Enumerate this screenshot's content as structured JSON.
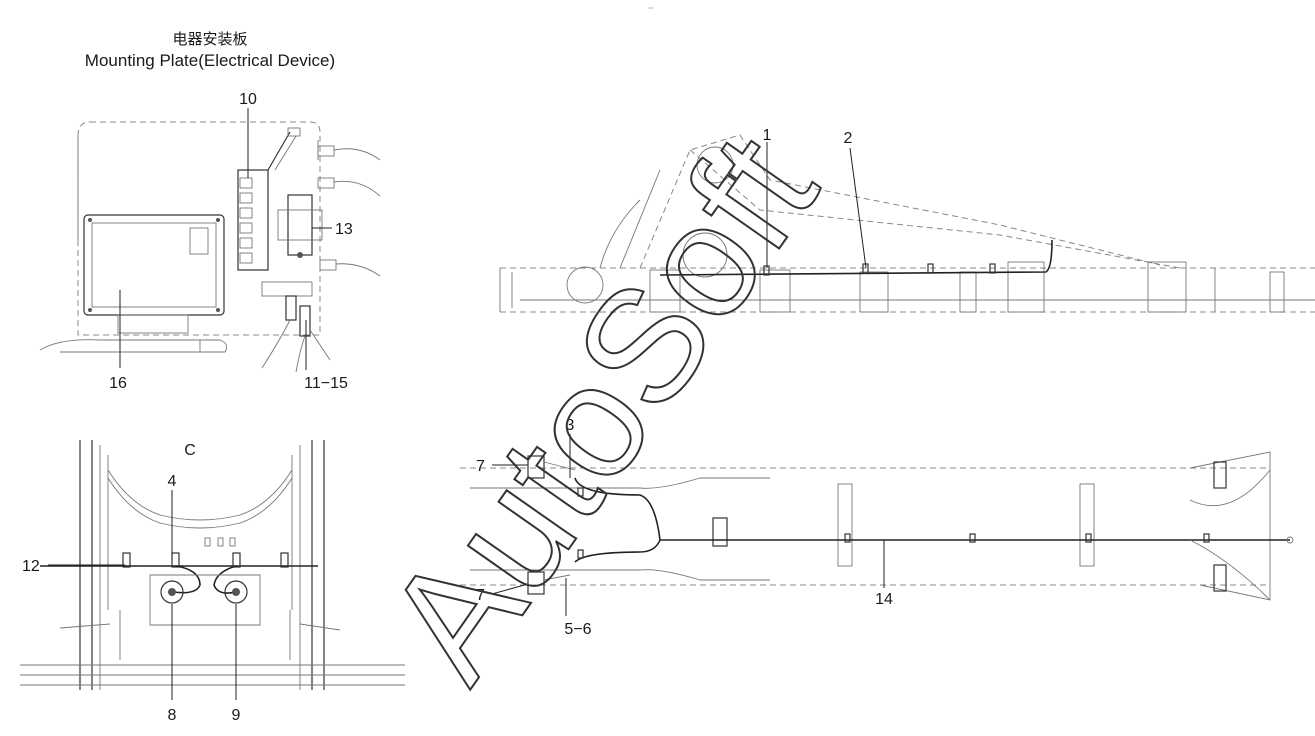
{
  "header_mark": "°°",
  "mounting_plate": {
    "title_cn": "电器安装板",
    "title_en": "Mounting Plate(Electrical Device)"
  },
  "section_label": "C",
  "watermark": "AutoSoft",
  "callouts": {
    "c1": "1",
    "c2": "2",
    "c3": "3",
    "c4": "4",
    "c5_6": "5−6",
    "c7a": "7",
    "c7b": "7",
    "c8": "8",
    "c9": "9",
    "c10": "10",
    "c11_15": "11−15",
    "c12": "12",
    "c13": "13",
    "c14": "14",
    "c16": "16"
  }
}
